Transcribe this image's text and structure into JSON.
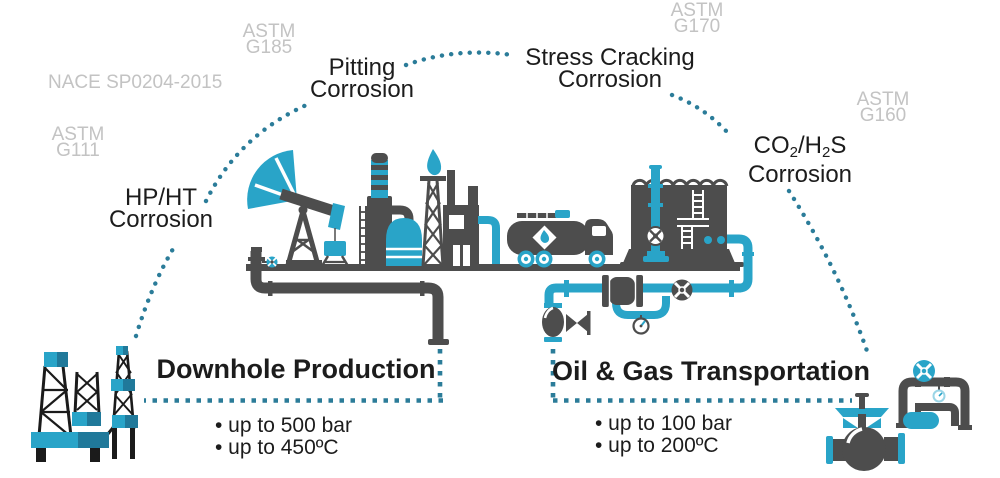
{
  "colors": {
    "teal": "#29a4c8",
    "teal_dark": "#20799a",
    "dotted_line": "#2b7c99",
    "gray_label": "#c3c3c3",
    "dark_gray": "#4d4d4d",
    "black": "#1c1c1c"
  },
  "standards": [
    {
      "id": "astm-g185",
      "lines": [
        "ASTM",
        "G185"
      ]
    },
    {
      "id": "nace-sp0204",
      "lines": [
        "NACE SP0204-2015"
      ]
    },
    {
      "id": "astm-g111",
      "lines": [
        "ASTM",
        "G111"
      ]
    },
    {
      "id": "astm-g170",
      "lines": [
        "ASTM",
        "G170"
      ]
    },
    {
      "id": "astm-g160",
      "lines": [
        "ASTM",
        "G160"
      ]
    }
  ],
  "corrosion_labels": {
    "pitting": {
      "line1": "Pitting",
      "line2": "Corrosion"
    },
    "stress": {
      "line1": "Stress Cracking",
      "line2": "Corrosion"
    },
    "co2h2s": {
      "formula": {
        "p1": "CO",
        "s1": "2",
        "p2": "/H",
        "s2": "2",
        "p3": "S"
      },
      "line2": "Corrosion"
    },
    "hpht": {
      "line1": "HP/HT",
      "line2": "Corrosion"
    }
  },
  "sections": {
    "downhole": {
      "title": "Downhole Production",
      "bullets": [
        "• up to 500 bar",
        "• up to 450ºC"
      ]
    },
    "transport": {
      "title": "Oil & Gas Transportation",
      "bullets": [
        "• up to 100 bar",
        "• up to 200ºC"
      ]
    }
  },
  "illustrations": {
    "left_scene": "oil-production-facility",
    "right_scene": "storage-and-transport-facility",
    "bottom_left": "offshore-drilling-rigs",
    "bottom_right": "pipeline-valve-station"
  }
}
